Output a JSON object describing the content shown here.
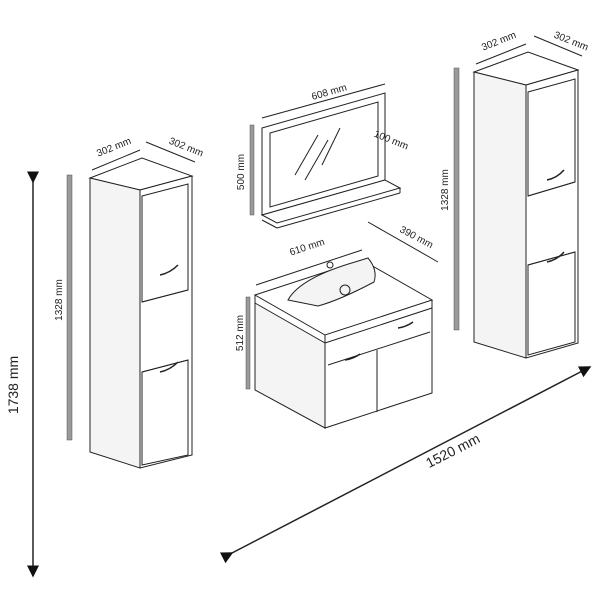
{
  "left_cabinet": {
    "width_label": "302 mm",
    "depth_label": "302 mm",
    "height_label": "1328 mm"
  },
  "mirror": {
    "width_label": "608 mm",
    "height_label": "500 mm",
    "shelf_label": "100 mm"
  },
  "sink_cabinet": {
    "width_label": "610 mm",
    "depth_label": "390 mm",
    "height_label": "512 mm"
  },
  "right_cabinet": {
    "width_label": "302 mm",
    "depth_label": "302 mm",
    "height_label": "1328 mm"
  },
  "overall": {
    "height_label": "1738 mm",
    "width_label": "1520 mm"
  }
}
